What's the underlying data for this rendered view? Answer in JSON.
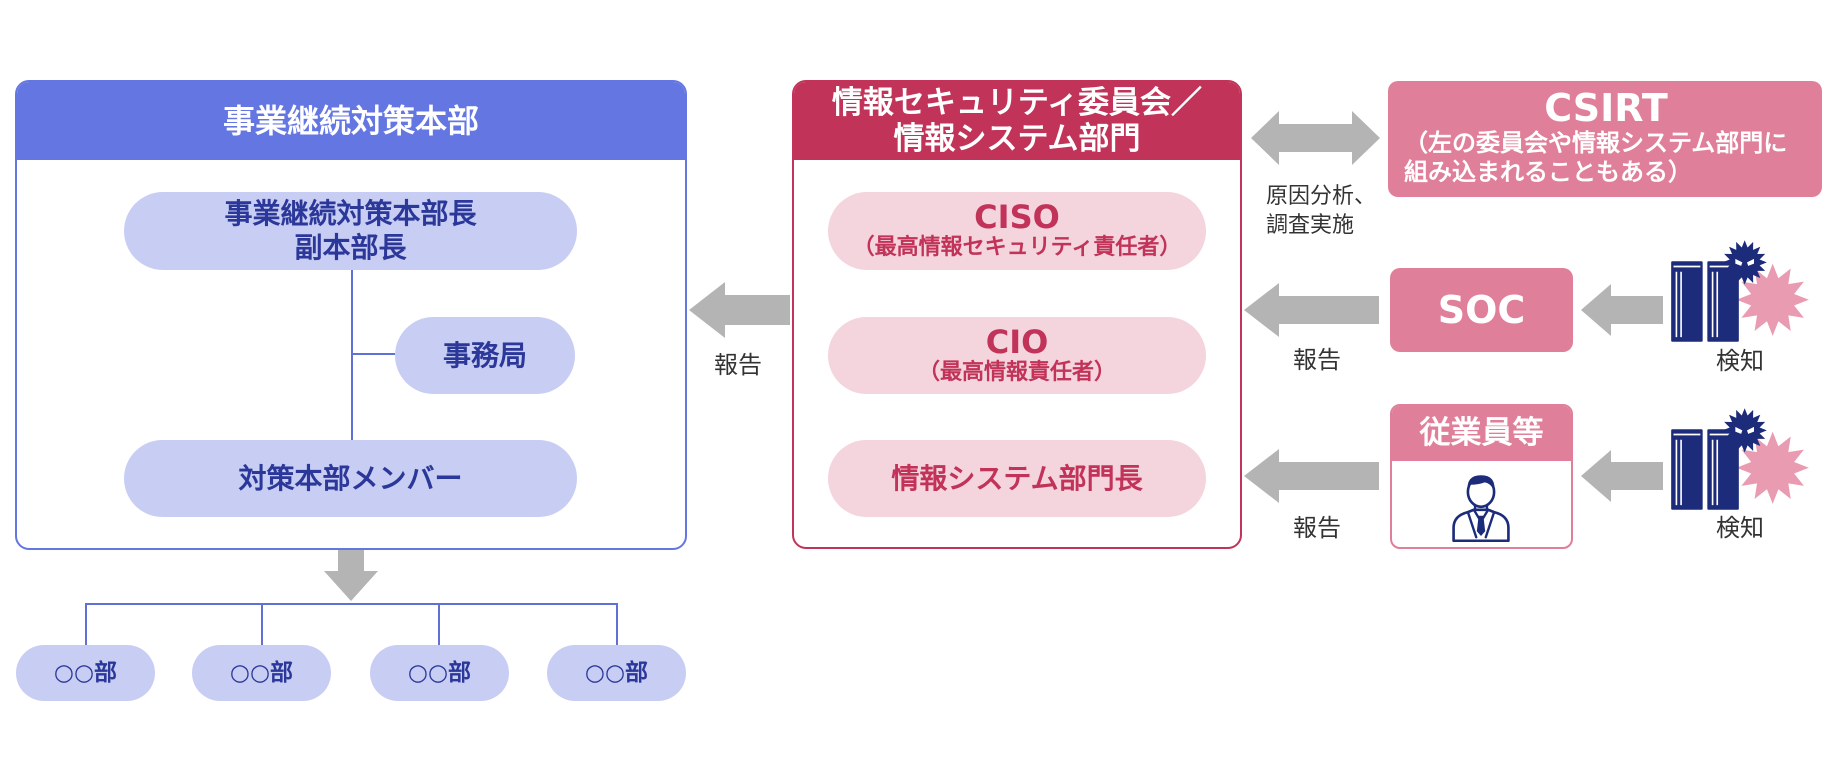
{
  "colors": {
    "bcp_blue": "#6476E2",
    "bcp_pill": "#C8CDF4",
    "bcp_text": "#2B3899",
    "bcp_line": "#6070D6",
    "security_crimson": "#C13358",
    "security_pill": "#F4D4DD",
    "csirt_pink": "#E07F99",
    "arrow_gray": "#B4B4B4",
    "label_text": "#333333",
    "server_navy": "#1C2B7A",
    "alert_pink": "#E99CB1"
  },
  "bcp_headquarters": {
    "title": "事業継続対策本部",
    "head_lines": [
      "事業継続対策本部長",
      "副本部長"
    ],
    "secretariat": "事務局",
    "members": "対策本部メンバー",
    "departments": [
      "○○部",
      "○○部",
      "○○部",
      "○○部"
    ]
  },
  "report_to_bcp_label": "報告",
  "security_committee": {
    "title_lines": [
      "情報セキュリティ委員会／",
      "情報システム部門"
    ],
    "ciso": {
      "title": "CISO",
      "subtitle": "（最高情報セキュリティ責任者）"
    },
    "cio": {
      "title": "CIO",
      "subtitle": "（最高情報責任者）"
    },
    "dept_head": "情報システム部門長"
  },
  "csirt": {
    "title": "CSIRT",
    "note_lines": [
      "（左の委員会や情報システム部門に",
      "組み込まれることもある）"
    ],
    "link_label_lines": [
      "原因分析、",
      "調査実施"
    ]
  },
  "soc": {
    "title": "SOC",
    "report_label": "報告",
    "detect_label": "検知"
  },
  "employees": {
    "title": "従業員等",
    "report_label": "報告",
    "detect_label": "検知"
  },
  "icons": {
    "report_arrow": "arrow-left-icon",
    "escalation_arrow": "arrow-down-icon",
    "csirt_link_arrow": "double-arrow-icon",
    "infected_server": "infected-server-icon",
    "employee": "employee-person-icon"
  }
}
